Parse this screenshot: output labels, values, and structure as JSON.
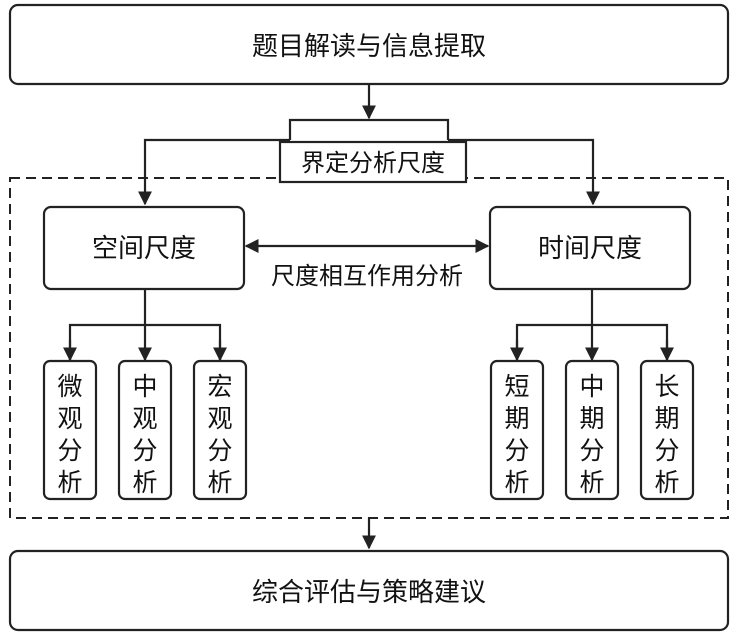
{
  "top_box": {
    "label": "题目解读与信息提取"
  },
  "boundary": {
    "label": "界定分析尺度"
  },
  "space": {
    "label": "空间尺度",
    "children": [
      {
        "label": "微观分析"
      },
      {
        "label": "中观分析"
      },
      {
        "label": "宏观分析"
      }
    ]
  },
  "time": {
    "label": "时间尺度",
    "children": [
      {
        "label": "短期分析"
      },
      {
        "label": "中期分析"
      },
      {
        "label": "长期分析"
      }
    ]
  },
  "interaction": {
    "label": "尺度相互作用分析"
  },
  "bottom_box": {
    "label": "综合评估与策略建议"
  }
}
